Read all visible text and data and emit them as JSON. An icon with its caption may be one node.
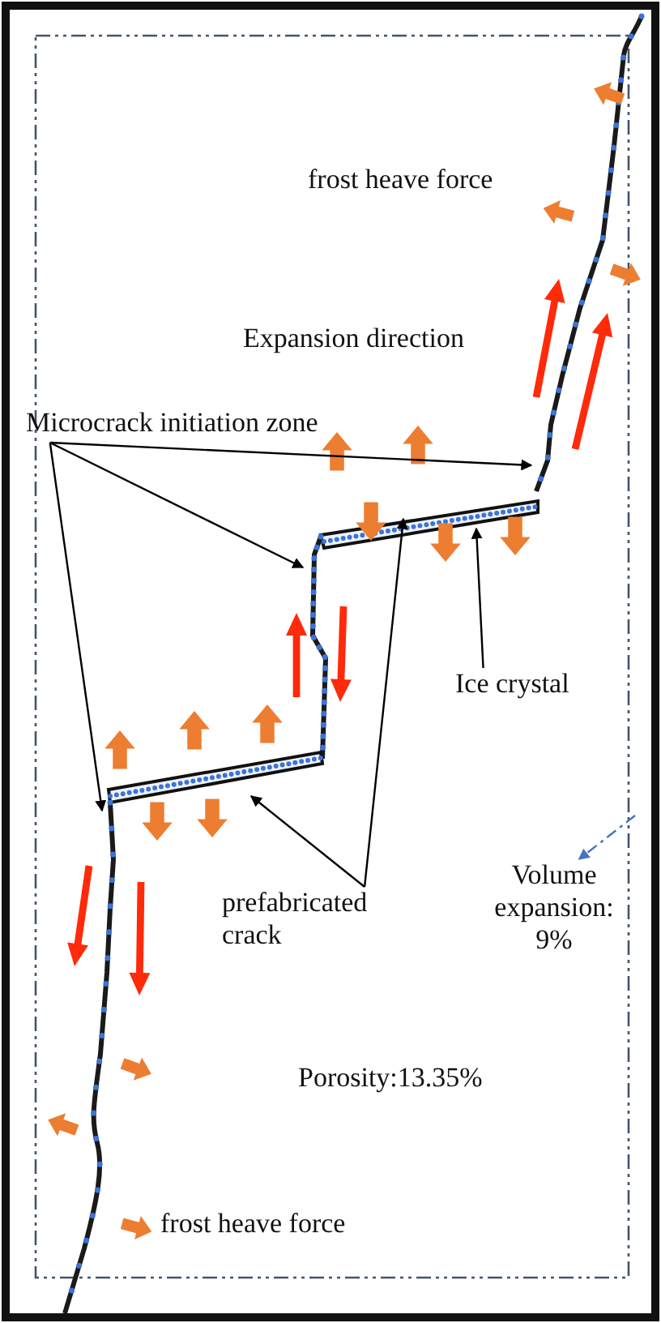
{
  "diagram": {
    "nodes": [
      {
        "text": [
          "Microcrack initiation zone"
        ]
      },
      {
        "text": [
          "Ice crystal"
        ]
      },
      {
        "text": [
          "prefabricated crack"
        ]
      },
      {
        "text": [
          "Volume expansion: 9%"
        ]
      }
    ],
    "edges": [
      {
        "from": 0,
        "to": null,
        "arrow": "to"
      },
      {
        "from": 0,
        "to": null,
        "arrow": "to"
      },
      {
        "from": 0,
        "to": null,
        "arrow": "to"
      },
      {
        "from": 1,
        "to": null,
        "arrow": "to"
      },
      {
        "from": 2,
        "to": null,
        "arrow": "to"
      },
      {
        "from": 2,
        "to": null,
        "arrow": "to"
      },
      {
        "from": null,
        "to": 3,
        "arrow": "to",
        "style": "dashed",
        "color": "#4472c4"
      }
    ],
    "labels": [
      "frost heave force",
      "Expansion direction",
      "Porosity:13.35%",
      "frost heave force"
    ]
  }
}
